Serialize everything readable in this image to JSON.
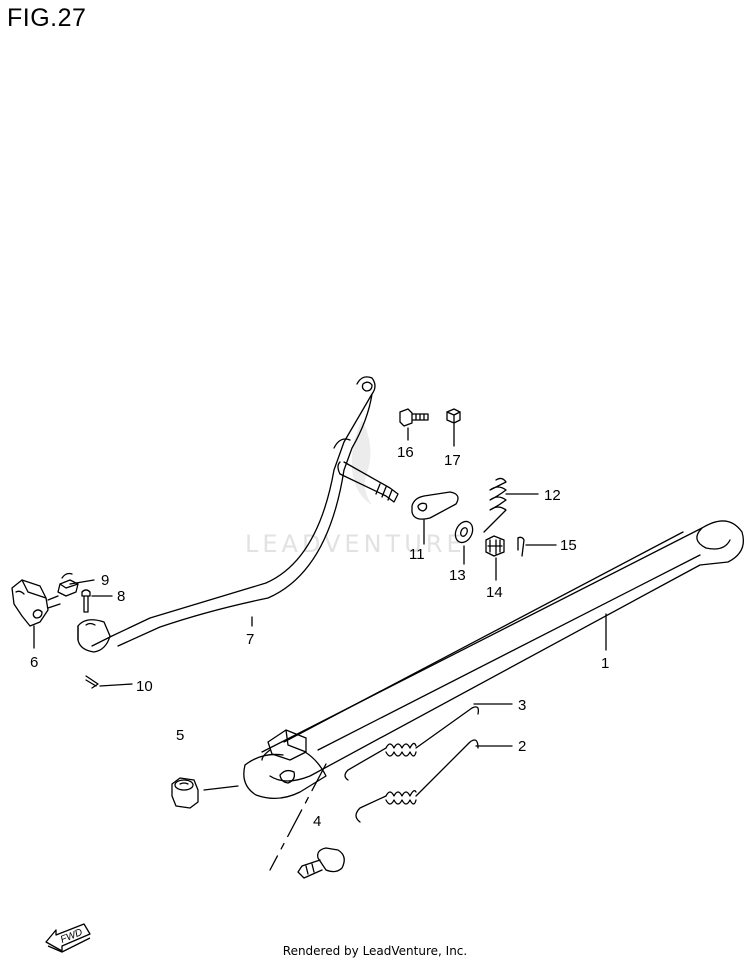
{
  "figure": {
    "title": "FIG.27"
  },
  "watermark": "LEADVENTURE",
  "footer": "Rendered by LeadVenture, Inc.",
  "direction_label": "FWD",
  "callouts": [
    "1",
    "2",
    "3",
    "4",
    "5",
    "6",
    "7",
    "8",
    "9",
    "10",
    "11",
    "12",
    "13",
    "14",
    "15",
    "16",
    "17"
  ]
}
